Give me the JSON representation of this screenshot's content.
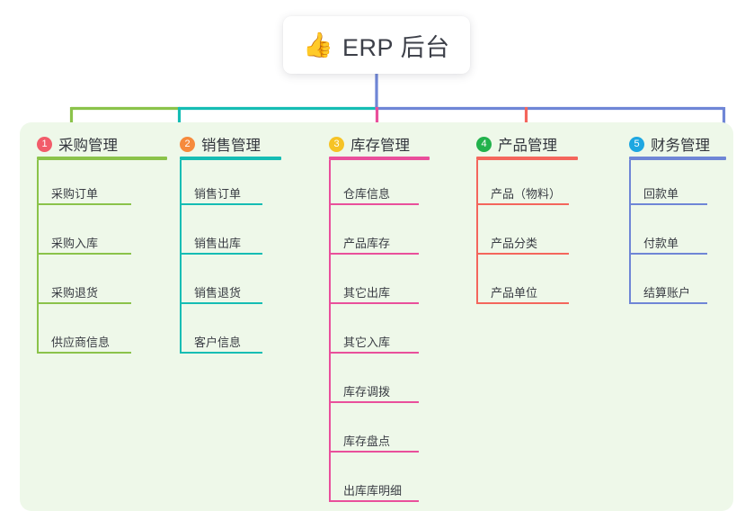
{
  "title": {
    "emoji": "👍",
    "emoji_name": "thumbs-up-emoji",
    "text": "ERP 后台"
  },
  "diagram": {
    "type": "tree",
    "root": "ERP 后台",
    "panel_background": "#eef8e9",
    "columns": [
      {
        "index": "1",
        "badge": "1",
        "badge_color": "#f25c6a",
        "accent": "#8bc34a",
        "title": "采购管理",
        "items": [
          "采购订单",
          "采购入库",
          "采购退货",
          "供应商信息"
        ]
      },
      {
        "index": "2",
        "badge": "2",
        "badge_color": "#f68a3c",
        "accent": "#15bdb4",
        "title": "销售管理",
        "items": [
          "销售订单",
          "销售出库",
          "销售退货",
          "客户信息"
        ]
      },
      {
        "index": "3",
        "badge": "3",
        "badge_color": "#f6c325",
        "accent": "#e94f9b",
        "title": "库存管理",
        "items": [
          "仓库信息",
          "产品库存",
          "其它出库",
          "其它入库",
          "库存调拨",
          "库存盘点",
          "出库库明细"
        ]
      },
      {
        "index": "4",
        "badge": "4",
        "badge_color": "#22b24c",
        "accent": "#f4665c",
        "title": "产品管理",
        "items": [
          "产品（物料）",
          "产品分类",
          "产品单位"
        ]
      },
      {
        "index": "5",
        "badge": "5",
        "badge_color": "#1ea7e1",
        "accent": "#6f86d6",
        "title": "财务管理",
        "items": [
          "回款单",
          "付款单",
          "结算账户"
        ]
      }
    ],
    "bus_segments": [
      {
        "from": "col1",
        "to": "col2",
        "color": "#8bc34a"
      },
      {
        "from": "col2",
        "to": "col3",
        "color": "#15bdb4"
      },
      {
        "from": "col3",
        "to": "col5",
        "color": "#6f86d6"
      }
    ],
    "root_stem_color": "#6f86d6"
  }
}
